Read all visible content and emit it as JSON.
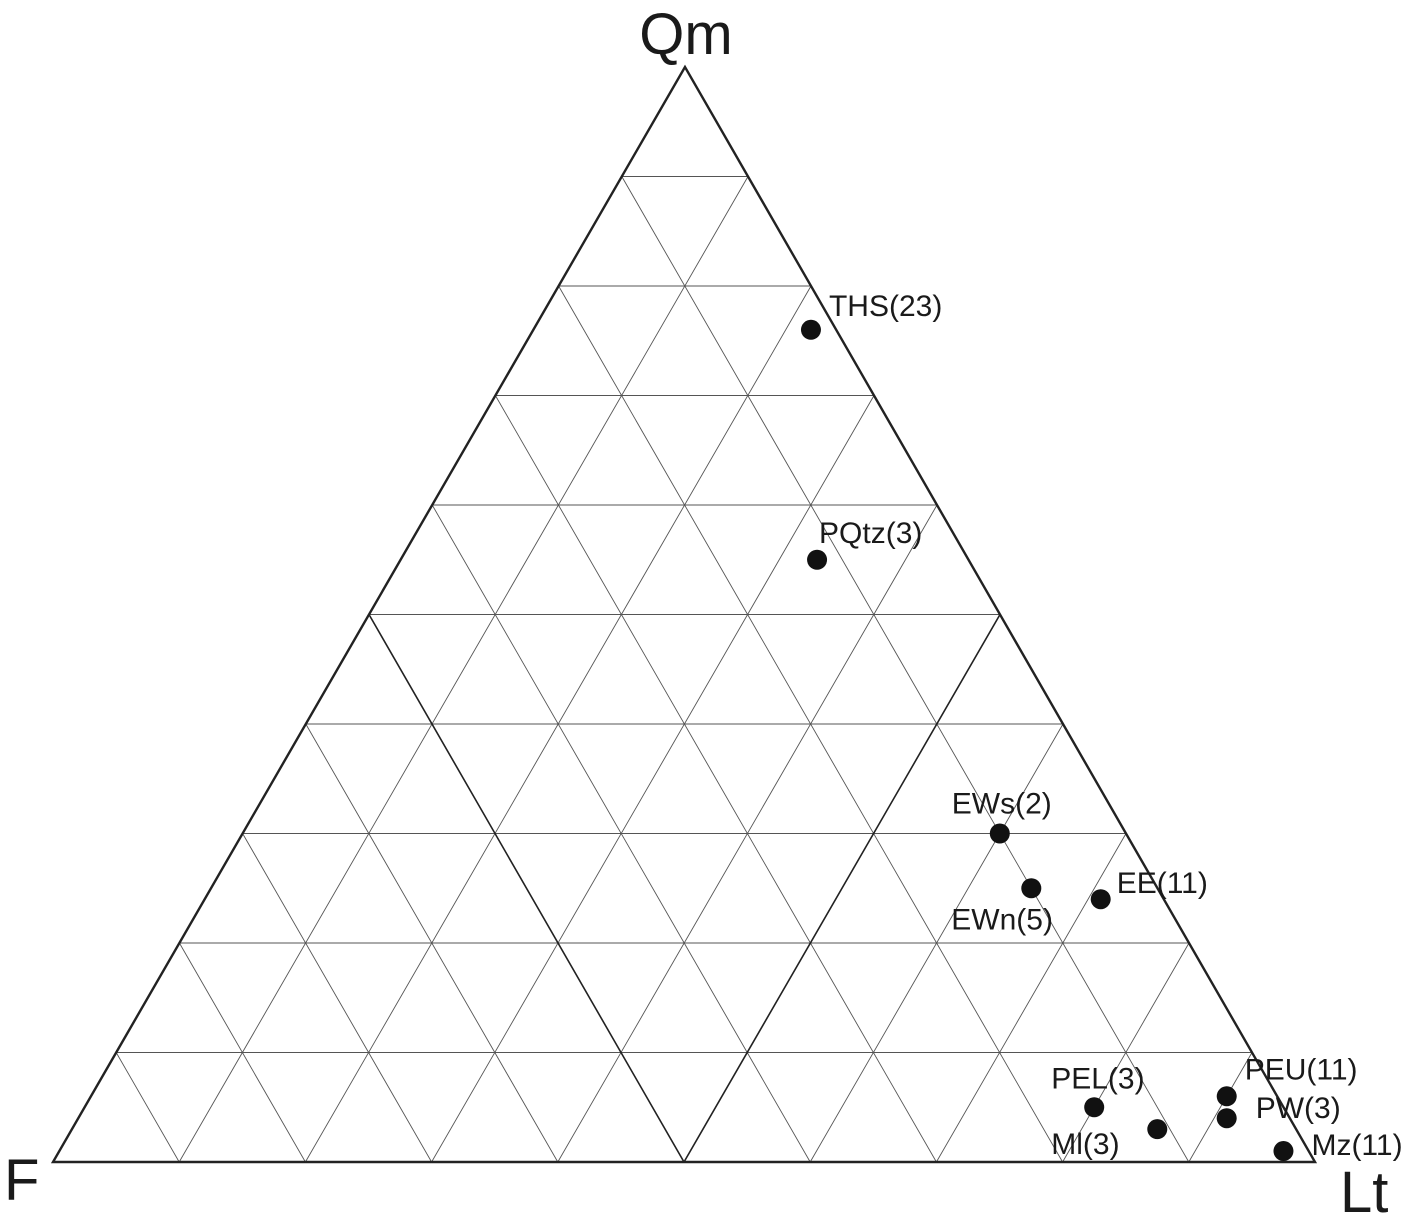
{
  "chart_data": {
    "type": "ternary-scatter",
    "axes": {
      "top": "Qm",
      "left": "F",
      "right": "Lt"
    },
    "grid": true,
    "grid_step_percent": 10,
    "point_color": "#111111",
    "line_color": "#222222",
    "points": [
      {
        "label": "THS(23)",
        "Qm": 76,
        "F": 2,
        "Lt": 22
      },
      {
        "label": "PQtz(3)",
        "Qm": 55,
        "F": 12,
        "Lt": 33
      },
      {
        "label": "EWs(2)",
        "Qm": 30,
        "F": 10,
        "Lt": 60
      },
      {
        "label": "EE(11)",
        "Qm": 24,
        "F": 5,
        "Lt": 71
      },
      {
        "label": "EWn(5)",
        "Qm": 25,
        "F": 10,
        "Lt": 65
      },
      {
        "label": "PEL(3)",
        "Qm": 5,
        "F": 15,
        "Lt": 80
      },
      {
        "label": "Ml(3)",
        "Qm": 3,
        "F": 11,
        "Lt": 86
      },
      {
        "label": "PEU(11)",
        "Qm": 6,
        "F": 4,
        "Lt": 90
      },
      {
        "label": "PW(3)",
        "Qm": 4,
        "F": 5,
        "Lt": 91
      },
      {
        "label": "Mz(11)",
        "Qm": 1,
        "F": 2,
        "Lt": 97
      }
    ]
  }
}
